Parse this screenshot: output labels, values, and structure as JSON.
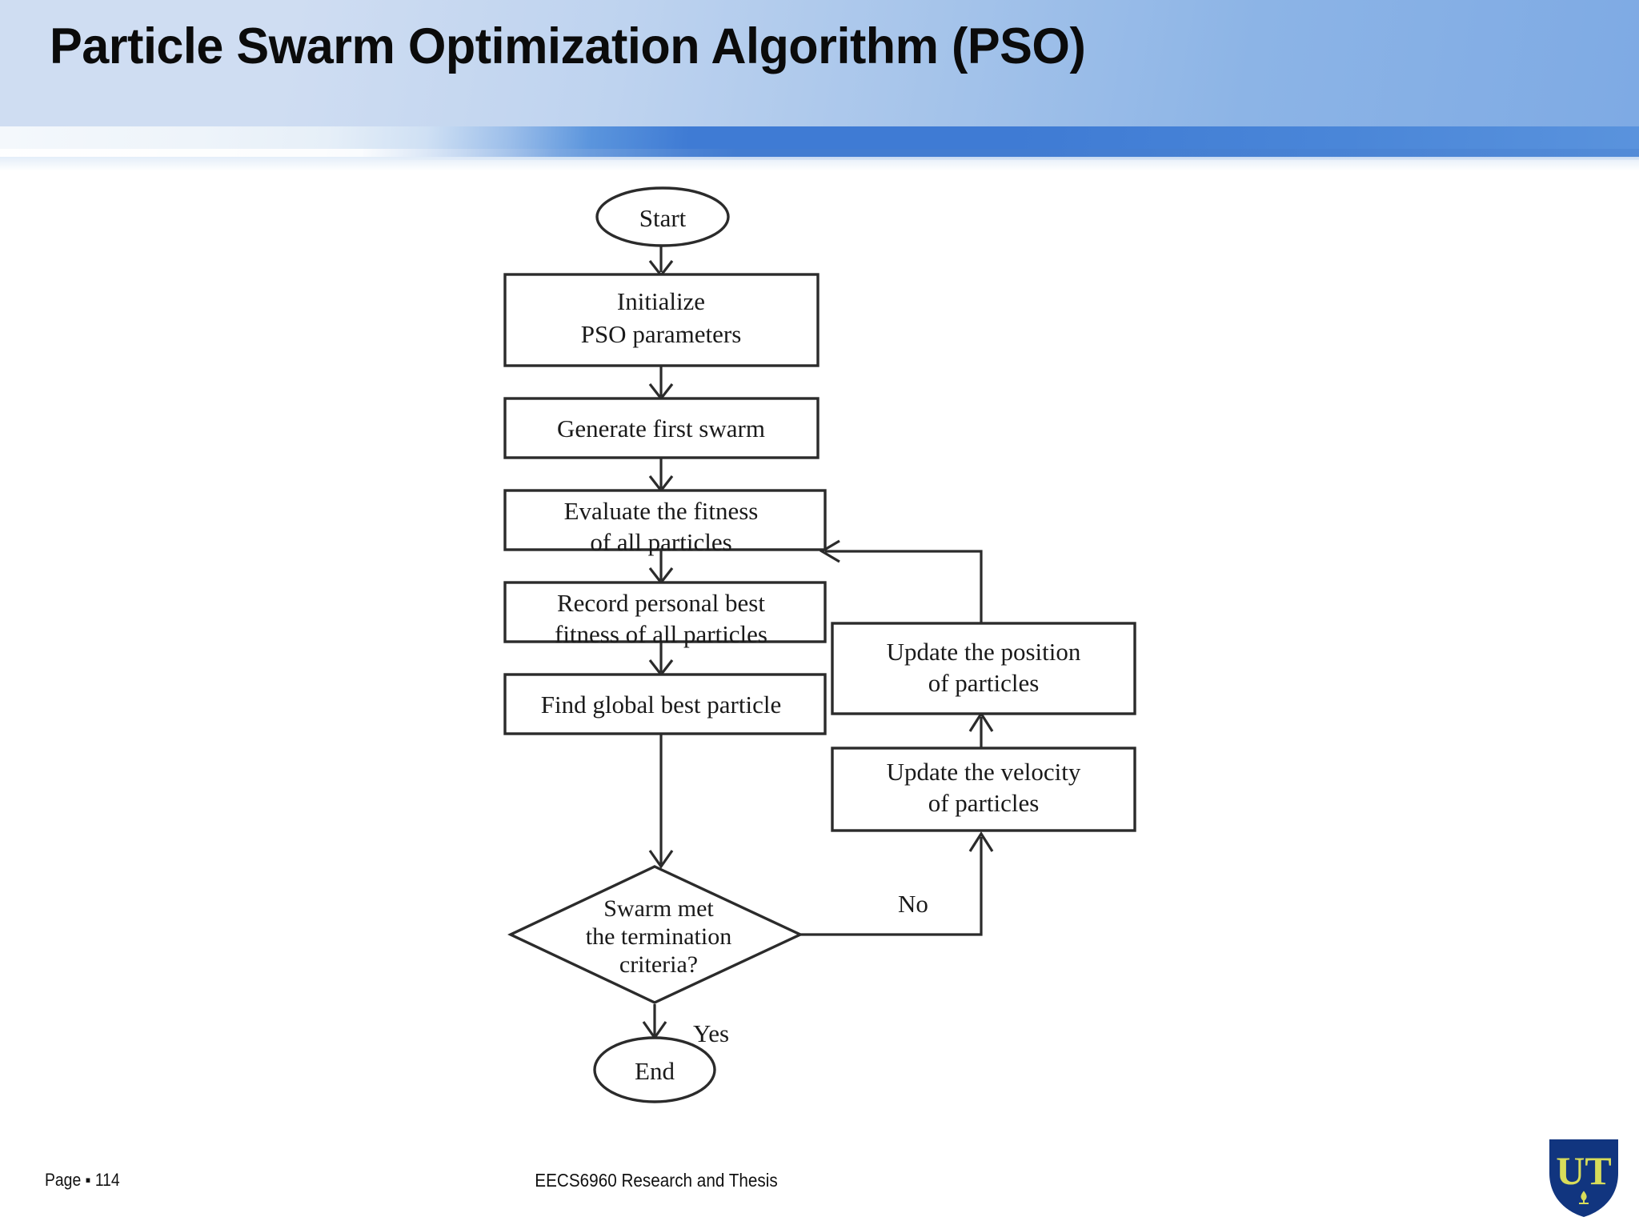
{
  "slide": {
    "title": "Particle Swarm Optimization Algorithm (PSO)",
    "header_color_light": "#cfddf2",
    "header_color_dark": "#7eaae4",
    "header_stripe_color": "#3f7bd4"
  },
  "flowchart": {
    "nodes": {
      "start": "Start",
      "initialize_line1": "Initialize",
      "initialize_line2": "PSO parameters",
      "generate": "Generate first swarm",
      "evaluate_line1": "Evaluate the fitness",
      "evaluate_line2": "of all particles",
      "record_line1": "Record personal best",
      "record_line2": "fitness of all particles",
      "find_global": "Find global best particle",
      "decision_line1": "Swarm met",
      "decision_line2": "the termination",
      "decision_line3": "criteria?",
      "end": "End",
      "update_position_line1": "Update the position",
      "update_position_line2": "of particles",
      "update_velocity_line1": "Update the velocity",
      "update_velocity_line2": "of particles"
    },
    "edge_labels": {
      "yes": "Yes",
      "no": "No"
    }
  },
  "footer": {
    "page_label": "Page ▪ 114",
    "center_text": "EECS6960 Research and Thesis",
    "logo_letters": "UT",
    "logo_shield_color": "#11357f",
    "logo_letter_color": "#d8dc5a"
  }
}
